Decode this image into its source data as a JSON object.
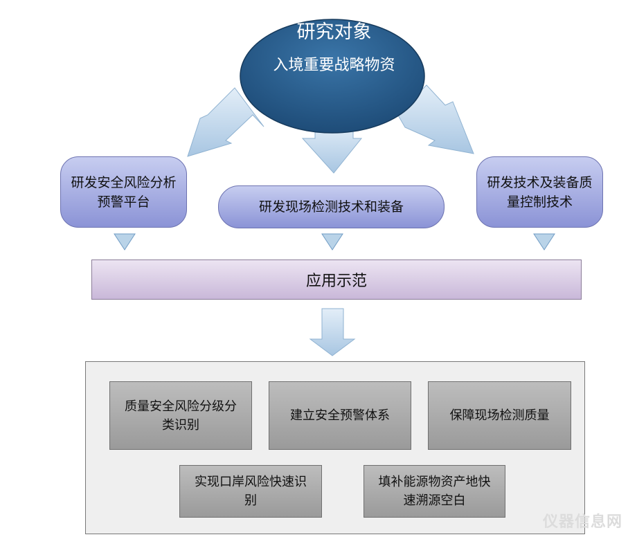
{
  "research_object": {
    "title": "研究对象",
    "subject": "入境重要战略物资"
  },
  "research_tracks": {
    "left": "研发安全风险分析预警平台",
    "middle": "研发现场检测技术和装备",
    "right": "研发技术及装备质量控制技术"
  },
  "application": {
    "label": "应用示范"
  },
  "outcomes": {
    "item1": "质量安全风险分级分类识别",
    "item2": "建立安全预警体系",
    "item3": "保障现场检测质量",
    "item4": "实现口岸风险快速识别",
    "item5": "填补能源物资产地快速溯源空白"
  },
  "watermark": {
    "text": "仪器信息网"
  },
  "colors": {
    "ellipse": "#2a5e8e",
    "track_box": "#9aa0dd",
    "application_band": "#dccde6",
    "outcome_box": "#aaaaaa",
    "arrow": "#b9d3e8"
  }
}
